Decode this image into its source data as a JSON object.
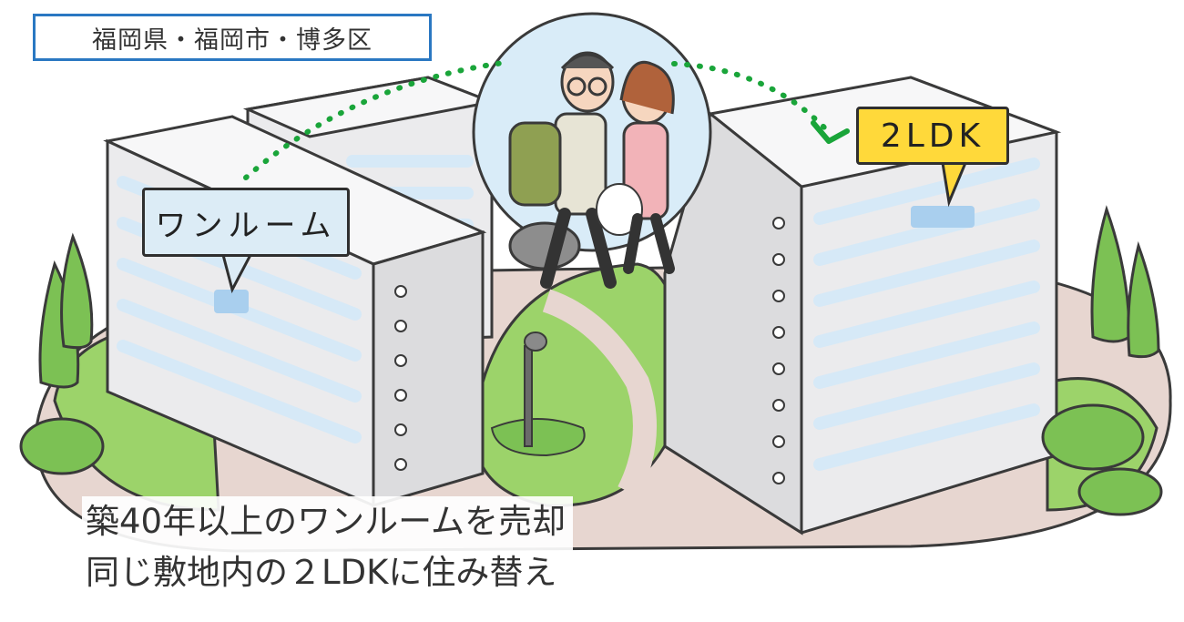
{
  "location_label": "福岡県・福岡市・博多区",
  "before_tag": "ワンルーム",
  "after_tag": "2LDK",
  "caption": {
    "line1": "築40年以上のワンルームを売却",
    "line2": "同じ敷地内の２LDKに住み替え"
  },
  "colors": {
    "location_border": "#2a78c2",
    "arrow": "#1aa53a",
    "before_tag_fill": "#dcecf6",
    "after_tag_fill": "#ffd93a",
    "lawn": "#9cd36a",
    "path": "#e7d6d0",
    "building": "#ebebed",
    "window": "#d6e9f7"
  },
  "icons": [
    "trees",
    "street-lamp",
    "couple-with-backpacks",
    "dotted-move-arrow"
  ]
}
